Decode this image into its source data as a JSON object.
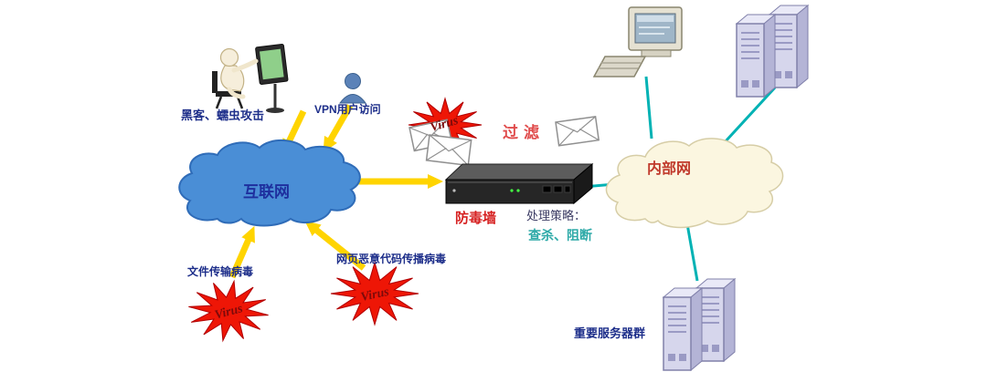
{
  "labels": {
    "hacker_attack": "黑客、蠕虫攻击",
    "vpn_user": "VPN用户访问",
    "internet": "互联网",
    "virus": "Virus",
    "filter": "过滤",
    "firewall": "防毒墙",
    "policy_title": "处理策略：",
    "policy_actions": "查杀、阻断",
    "intranet": "内部网",
    "file_virus": "文件传输病毒",
    "web_virus": "网页恶意代码传播病毒",
    "server_group": "重要服务器群"
  },
  "icons": {
    "hacker": "person-at-computer-icon",
    "vpn_user": "person-icon",
    "internet": "cloud-icon",
    "intranet": "cloud-icon",
    "virus": "starburst-icon",
    "mail": "envelope-icon",
    "firewall": "rack-appliance-icon",
    "desktop": "desktop-computer-icon",
    "servers": "server-tower-icon"
  },
  "colors": {
    "internet_cloud": "#4a8ed6",
    "intranet_cloud": "#fbf6e0",
    "arrow_yellow": "#ffd400",
    "link_teal": "#00b2b4",
    "virus_star": "#ee1606",
    "virus_text": "#7d0a0a",
    "label_navy": "#1d2e8a",
    "filter_red": "#e04b4b",
    "firewall_label_red": "#d62020",
    "policy_teal": "#2eaaa8",
    "intranet_label_red": "#c0392b"
  }
}
